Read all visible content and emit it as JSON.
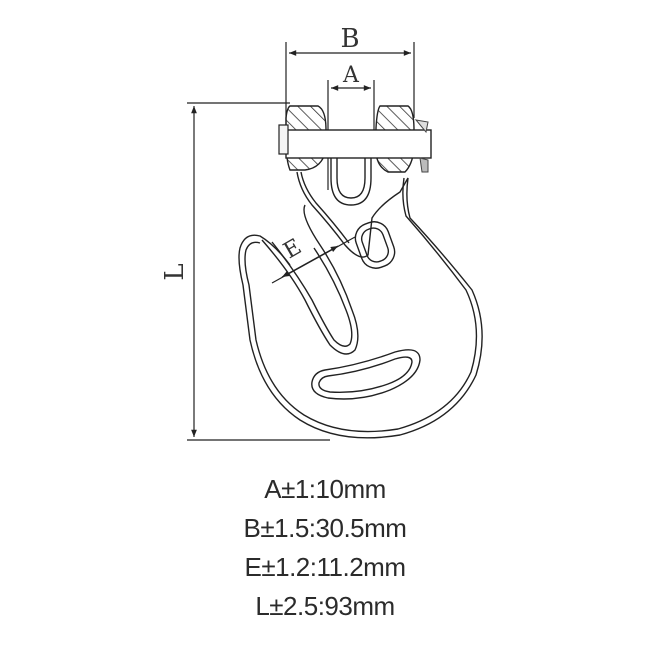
{
  "diagram": {
    "subject": "clevis grab hook technical drawing",
    "dimension_labels": {
      "A": "A",
      "B": "B",
      "E": "E",
      "L": "L"
    },
    "line_color": "#222222",
    "hatch_color": "#333333"
  },
  "specs": [
    {
      "label": "A±1:10mm"
    },
    {
      "label": "B±1.5:30.5mm"
    },
    {
      "label": "E±1.2:11.2mm"
    },
    {
      "label": "L±2.5:93mm"
    }
  ]
}
